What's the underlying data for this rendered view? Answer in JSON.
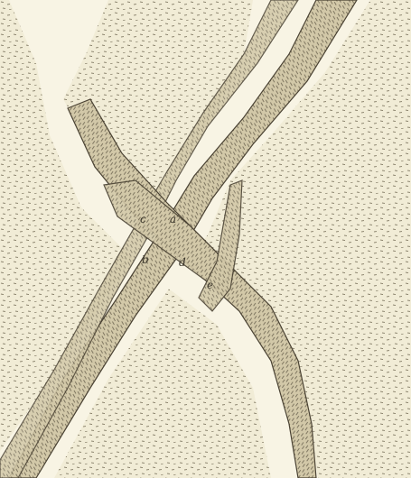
{
  "figure": {
    "labels": {
      "a": "a",
      "b": "b",
      "c": "c",
      "d": "d",
      "e": "e"
    },
    "colors": {
      "background": "#f1ecd6",
      "bundle_fill": "#d2c8a8",
      "bundle_edge": "#4a4233",
      "sheath": "#f8f4e4",
      "stipple": "#6d654f"
    }
  }
}
